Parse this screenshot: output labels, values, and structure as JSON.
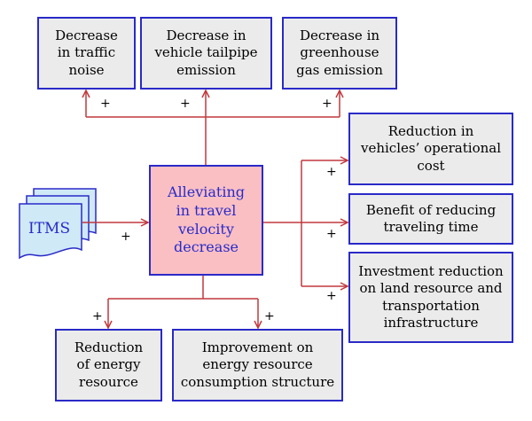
{
  "diagram": {
    "center": "Alleviating\nin travel\nvelocity\ndecrease",
    "source": "ITMS",
    "effects": {
      "traffic_noise": "Decrease\nin traffic\nnoise",
      "tailpipe": "Decrease in\nvehicle tailpipe\nemission",
      "greenhouse": "Decrease in\ngreenhouse\ngas emission",
      "operational_cost": "Reduction in\nvehicles’ operational\ncost",
      "travel_time": "Benefit of reducing\ntraveling time",
      "investment": "Investment reduction\non land resource and\ntransportation\ninfrastructure",
      "energy_resource": "Reduction\nof energy\nresource",
      "energy_structure": "Improvement on\nenergy resource\nconsumption structure"
    },
    "sign": "+"
  },
  "colors": {
    "arrow": "#c0393d",
    "box_border": "#2a2ac8",
    "box_fill": "#ebebeb",
    "center_fill": "#f9bfc3",
    "itms_fill": "#cfe9f7"
  }
}
